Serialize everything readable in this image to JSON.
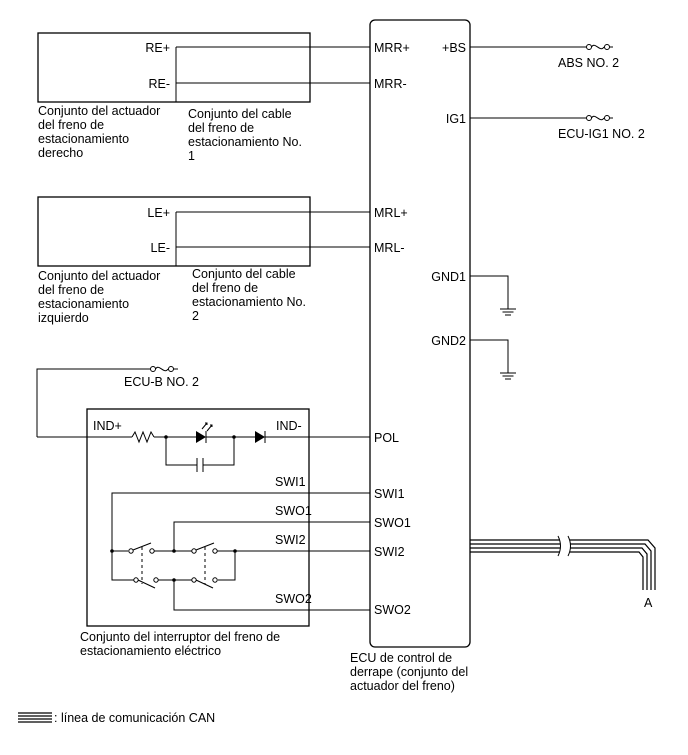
{
  "right_actuator": {
    "pin_pos": "RE+",
    "pin_neg": "RE-",
    "caption": [
      "Conjunto del actuador",
      "del freno de",
      "estacionamiento",
      "derecho"
    ]
  },
  "right_cable": {
    "caption": [
      "Conjunto del cable",
      "del freno de",
      "estacionamiento No.",
      "1"
    ]
  },
  "left_actuator": {
    "pin_pos": "LE+",
    "pin_neg": "LE-",
    "caption": [
      "Conjunto del actuador",
      "del freno de",
      "estacionamiento",
      "izquierdo"
    ]
  },
  "left_cable": {
    "caption": [
      "Conjunto del cable",
      "del freno de",
      "estacionamiento No.",
      "2"
    ]
  },
  "ecu": {
    "pins_left": [
      "MRR+",
      "MRR-",
      "MRL+",
      "MRL-",
      "POL",
      "SWI1",
      "SWO1",
      "SWI2",
      "SWO2"
    ],
    "pins_right": [
      "+BS",
      "IG1",
      "GND1",
      "GND2"
    ],
    "caption": [
      "ECU de control de",
      "derrape (conjunto del",
      "actuador del freno)"
    ]
  },
  "fuses": {
    "abs": "ABS NO. 2",
    "ecu_ig1": "ECU-IG1 NO. 2",
    "ecu_b": "ECU-B NO. 2"
  },
  "switch_assembly": {
    "ind_pos": "IND+",
    "ind_neg": "IND-",
    "wire_labels": [
      "SWI1",
      "SWO1",
      "SWI2",
      "SWO2"
    ],
    "caption": [
      "Conjunto del interruptor del freno de",
      "estacionamiento eléctrico"
    ]
  },
  "connector": "A",
  "legend": {
    "can_line": ": línea de comunicación CAN"
  }
}
